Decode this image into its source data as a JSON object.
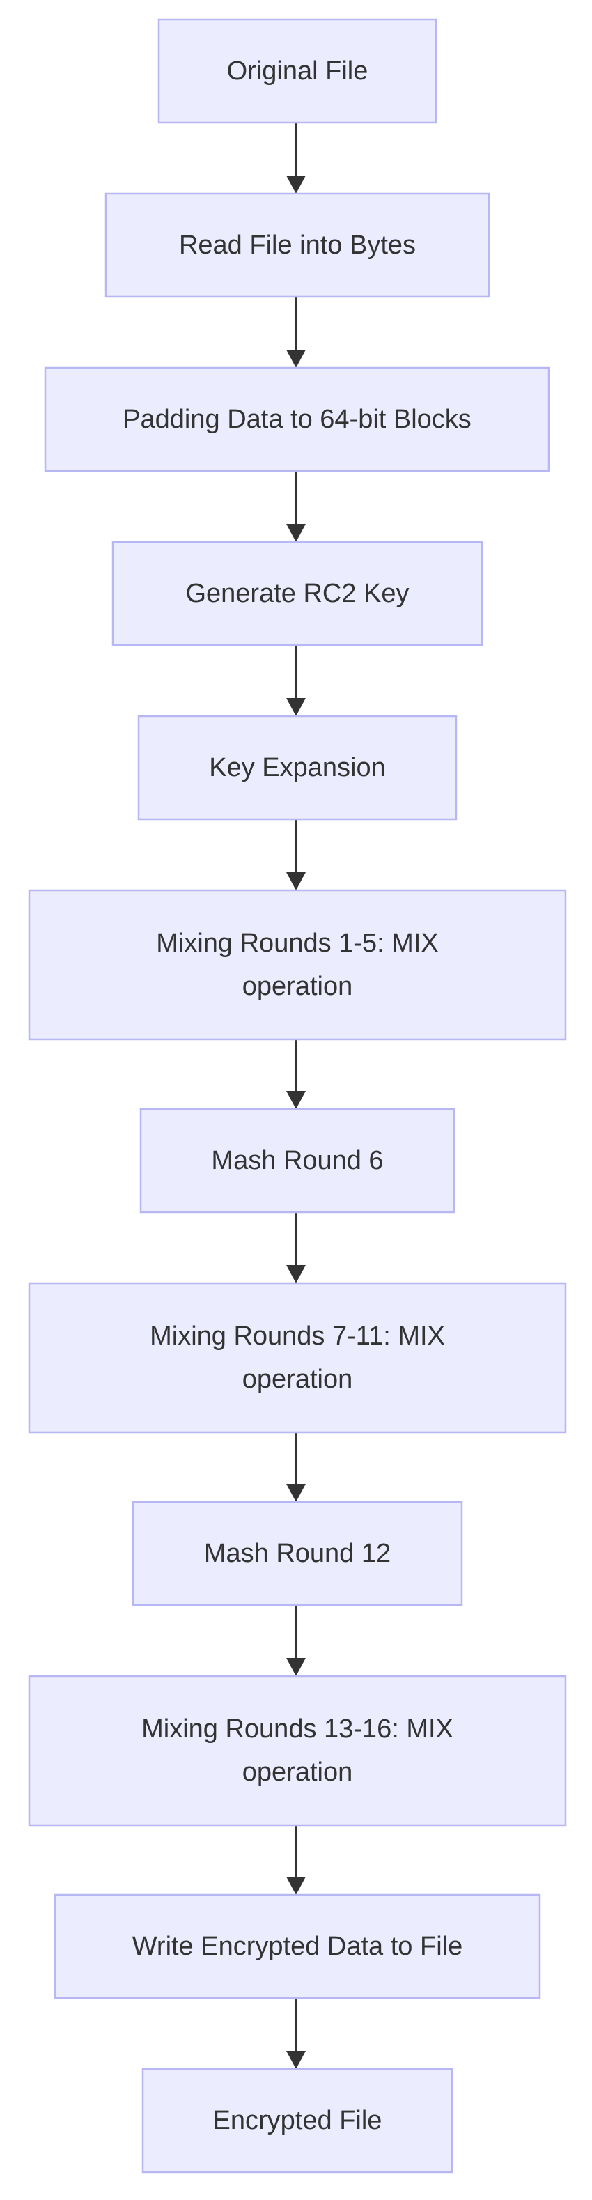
{
  "diagram": {
    "type": "flowchart",
    "direction": "top-to-bottom",
    "colors": {
      "node_fill": "#ececff",
      "node_border": "#b7b7f3",
      "text": "#333333",
      "edge": "#333333"
    },
    "nodes": [
      {
        "id": "original-file",
        "lines": [
          "Original File"
        ]
      },
      {
        "id": "read-file",
        "lines": [
          "Read File into Bytes"
        ]
      },
      {
        "id": "padding-data",
        "lines": [
          "Padding Data to 64-bit Blocks"
        ]
      },
      {
        "id": "generate-key",
        "lines": [
          "Generate RC2 Key"
        ]
      },
      {
        "id": "key-expansion",
        "lines": [
          "Key Expansion"
        ]
      },
      {
        "id": "mixing-1-5",
        "lines": [
          "Mixing Rounds 1-5: MIX",
          "operation"
        ]
      },
      {
        "id": "mash-6",
        "lines": [
          "Mash Round 6"
        ]
      },
      {
        "id": "mixing-7-11",
        "lines": [
          "Mixing Rounds 7-11: MIX",
          "operation"
        ]
      },
      {
        "id": "mash-12",
        "lines": [
          "Mash Round 12"
        ]
      },
      {
        "id": "mixing-13-16",
        "lines": [
          "Mixing Rounds 13-16: MIX",
          "operation"
        ]
      },
      {
        "id": "write-encrypted",
        "lines": [
          "Write Encrypted Data to File"
        ]
      },
      {
        "id": "encrypted-file",
        "lines": [
          "Encrypted File"
        ]
      }
    ],
    "edges": [
      {
        "from": "original-file",
        "to": "read-file"
      },
      {
        "from": "read-file",
        "to": "padding-data"
      },
      {
        "from": "padding-data",
        "to": "generate-key"
      },
      {
        "from": "generate-key",
        "to": "key-expansion"
      },
      {
        "from": "key-expansion",
        "to": "mixing-1-5"
      },
      {
        "from": "mixing-1-5",
        "to": "mash-6"
      },
      {
        "from": "mash-6",
        "to": "mixing-7-11"
      },
      {
        "from": "mixing-7-11",
        "to": "mash-12"
      },
      {
        "from": "mash-12",
        "to": "mixing-13-16"
      },
      {
        "from": "mixing-13-16",
        "to": "write-encrypted"
      },
      {
        "from": "write-encrypted",
        "to": "encrypted-file"
      }
    ]
  }
}
